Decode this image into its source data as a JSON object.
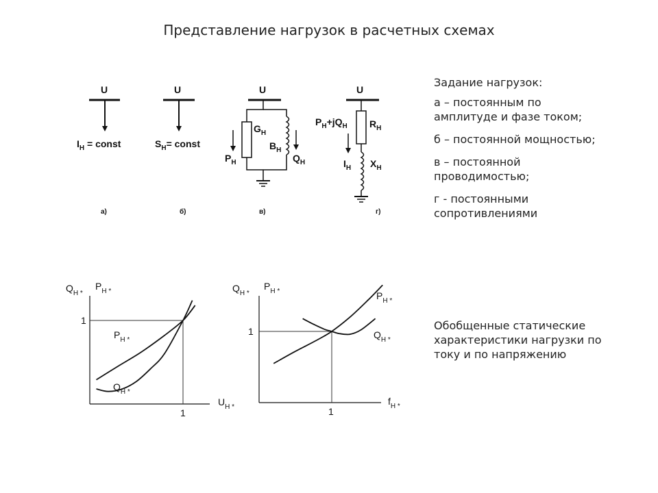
{
  "title": "Представление нагрузок в расчетных схемах",
  "legend": {
    "heading": "Задание нагрузок:",
    "items": [
      "а – постоянным по амплитуде и фазе током;",
      "б – постоянной мощностью;",
      "в – постоянной проводимостью;",
      "г - постоянными сопротивлениями"
    ]
  },
  "charts_caption": "Обобщенные статические характеристики нагрузки по току и по напряжению",
  "schemes": {
    "a": {
      "bus": "U",
      "label_main": "I",
      "label_sub": "Н",
      "label_tail": " = const",
      "caption": "а)"
    },
    "b": {
      "bus": "U",
      "label_main": "S",
      "label_sub": "Н",
      "label_tail": "= const",
      "caption": "б)"
    },
    "v": {
      "bus": "U",
      "g_main": "G",
      "g_sub": "Н",
      "b_main": "B",
      "b_sub": "Н",
      "p_main": "P",
      "p_sub": "Н",
      "q_main": "Q",
      "q_sub": "Н",
      "caption": "в)"
    },
    "g": {
      "bus": "U",
      "pq_main": "P",
      "pq_sub": "Н",
      "pq_mid": "+jQ",
      "pq_sub2": "Н",
      "r_main": "R",
      "r_sub": "Н",
      "i_main": "I",
      "i_sub": "Н",
      "x_main": "X",
      "x_sub": "Н",
      "caption": "г)"
    }
  },
  "chart_data": [
    {
      "type": "line",
      "x_axis_label": "U",
      "x_axis_sub": "Н *",
      "y_axis_label_q": "Q",
      "y_axis_sub_q": "Н *",
      "y_axis_label_p": "P",
      "y_axis_sub_p": "Н *",
      "x_tick": "1",
      "y_tick": "1",
      "series": [
        {
          "name": "P",
          "sub": "Н *",
          "x": [
            0.07,
            0.3,
            0.55,
            0.8,
            1.0,
            1.13
          ],
          "y": [
            0.29,
            0.45,
            0.62,
            0.82,
            1.0,
            1.18
          ]
        },
        {
          "name": "Q",
          "sub": "Н *",
          "x": [
            0.07,
            0.2,
            0.35,
            0.5,
            0.65,
            0.8,
            1.0,
            1.1
          ],
          "y": [
            0.18,
            0.15,
            0.18,
            0.27,
            0.42,
            0.6,
            1.0,
            1.24
          ]
        }
      ]
    },
    {
      "type": "line",
      "x_axis_label": "f",
      "x_axis_sub": "Н *",
      "y_axis_label_q": "Q",
      "y_axis_sub_q": "Н *",
      "y_axis_label_p": "P",
      "y_axis_sub_p": "Н *",
      "x_tick": "1",
      "y_tick": "1",
      "series": [
        {
          "name": "P",
          "sub": "Н *",
          "x": [
            0.2,
            0.5,
            0.8,
            1.0,
            1.25,
            1.5,
            1.7
          ],
          "y": [
            0.55,
            0.72,
            0.88,
            1.0,
            1.2,
            1.44,
            1.65
          ]
        },
        {
          "name": "Q",
          "sub": "Н *",
          "x": [
            0.6,
            0.75,
            0.9,
            1.0,
            1.1,
            1.25,
            1.4,
            1.6
          ],
          "y": [
            1.18,
            1.1,
            1.03,
            1.0,
            0.97,
            0.96,
            1.02,
            1.18
          ]
        }
      ]
    }
  ]
}
